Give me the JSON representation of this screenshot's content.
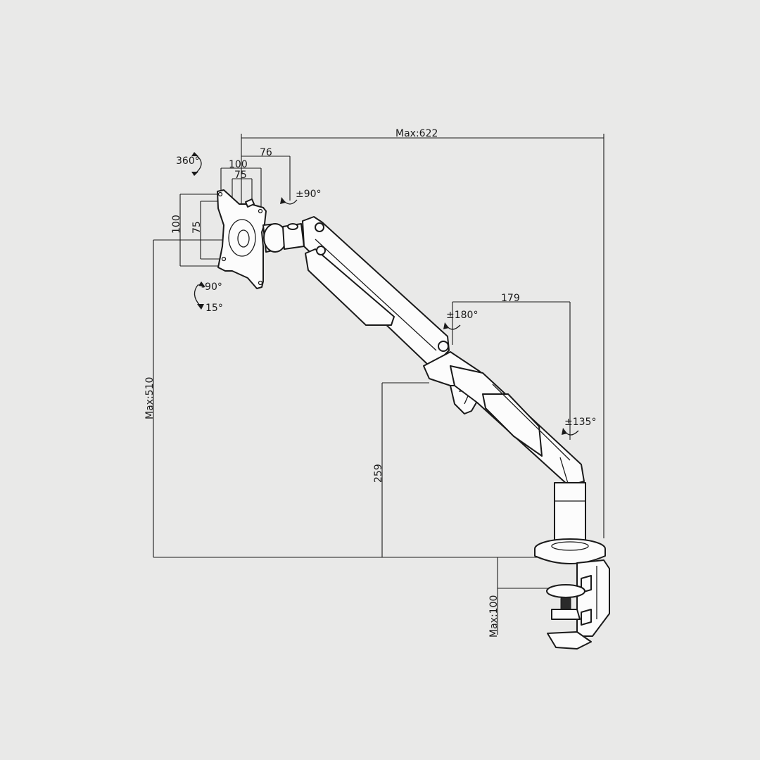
{
  "labels": {
    "max_width": "Max:622",
    "max_height": "Max:510",
    "clamp_max": "Max:100",
    "vesa_100_h": "100",
    "vesa_75_h": "75",
    "vesa_100_v": "100",
    "vesa_75_v": "75",
    "offset_76": "76",
    "arm_179": "179",
    "height_259": "259",
    "rotate_360": "360°",
    "swivel_90": "±90°",
    "tilt_minus_90": "-90°",
    "tilt_15": "15°",
    "swivel_180": "±180°",
    "swivel_135": "±135°"
  },
  "colors": {
    "background": "#e9e9e8",
    "line": "#1a1a1a",
    "fill": "#fcfcfc"
  }
}
